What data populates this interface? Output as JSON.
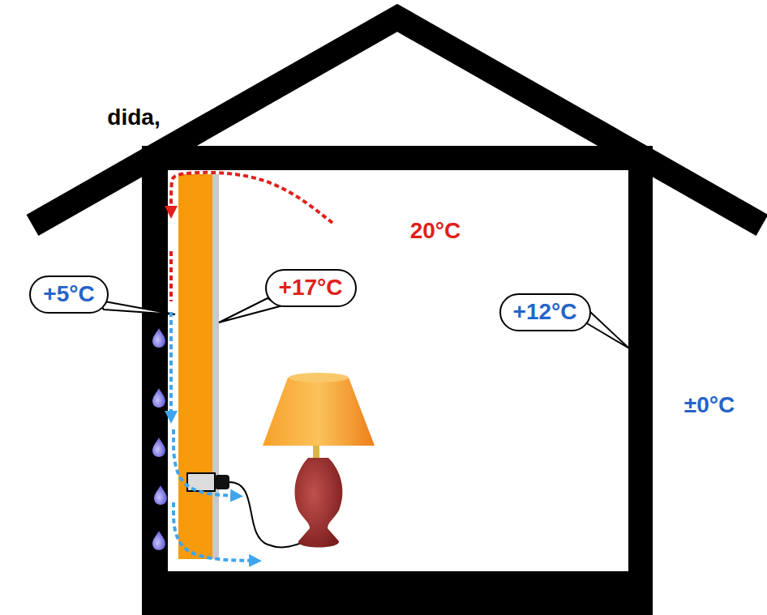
{
  "diagram": {
    "nodes": [
      {
        "text": [
          "+5°C"
        ]
      },
      {
        "text": [
          "+17°C"
        ]
      },
      {
        "text": [
          "+12°C"
        ]
      }
    ],
    "labels": [
      "dida,",
      "20°C",
      "±0°C"
    ]
  }
}
